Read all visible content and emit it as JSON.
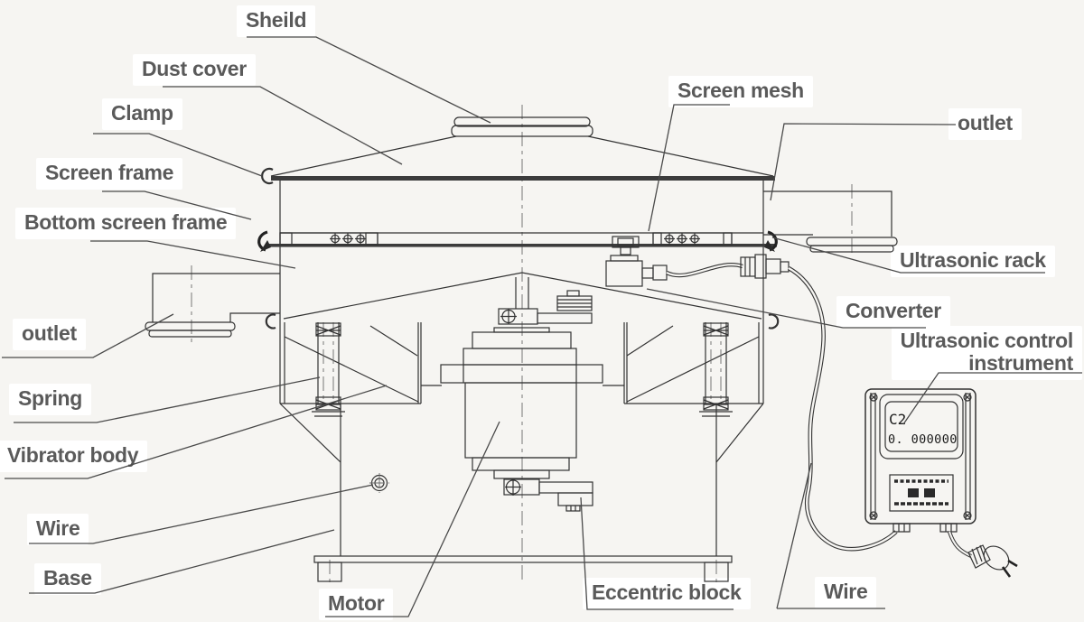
{
  "labels": {
    "sheild": "Sheild",
    "dust_cover": "Dust cover",
    "clamp": "Clamp",
    "screen_frame": "Screen frame",
    "bottom_screen_frame": "Bottom screen frame",
    "outlet_left": "outlet",
    "spring": "Spring",
    "vibrator_body": "Vibrator body",
    "wire_left": "Wire",
    "base": "Base",
    "motor": "Motor",
    "screen_mesh": "Screen mesh",
    "outlet_right": "outlet",
    "ultrasonic_rack": "Ultrasonic rack",
    "converter": "Converter",
    "ultrasonic_control_line1": "Ultrasonic control",
    "ultrasonic_control_line2": "instrument",
    "wire_right": "Wire",
    "eccentric_block": "Eccentric block"
  },
  "control_instrument": {
    "display_channel": "C2",
    "display_value": "0. 000000"
  },
  "colors": {
    "background": "#f6f5f2",
    "line": "#333333",
    "label_text": "#5a5a5a",
    "label_background": "#ffffff",
    "leader_line": "#4a4a4a"
  }
}
